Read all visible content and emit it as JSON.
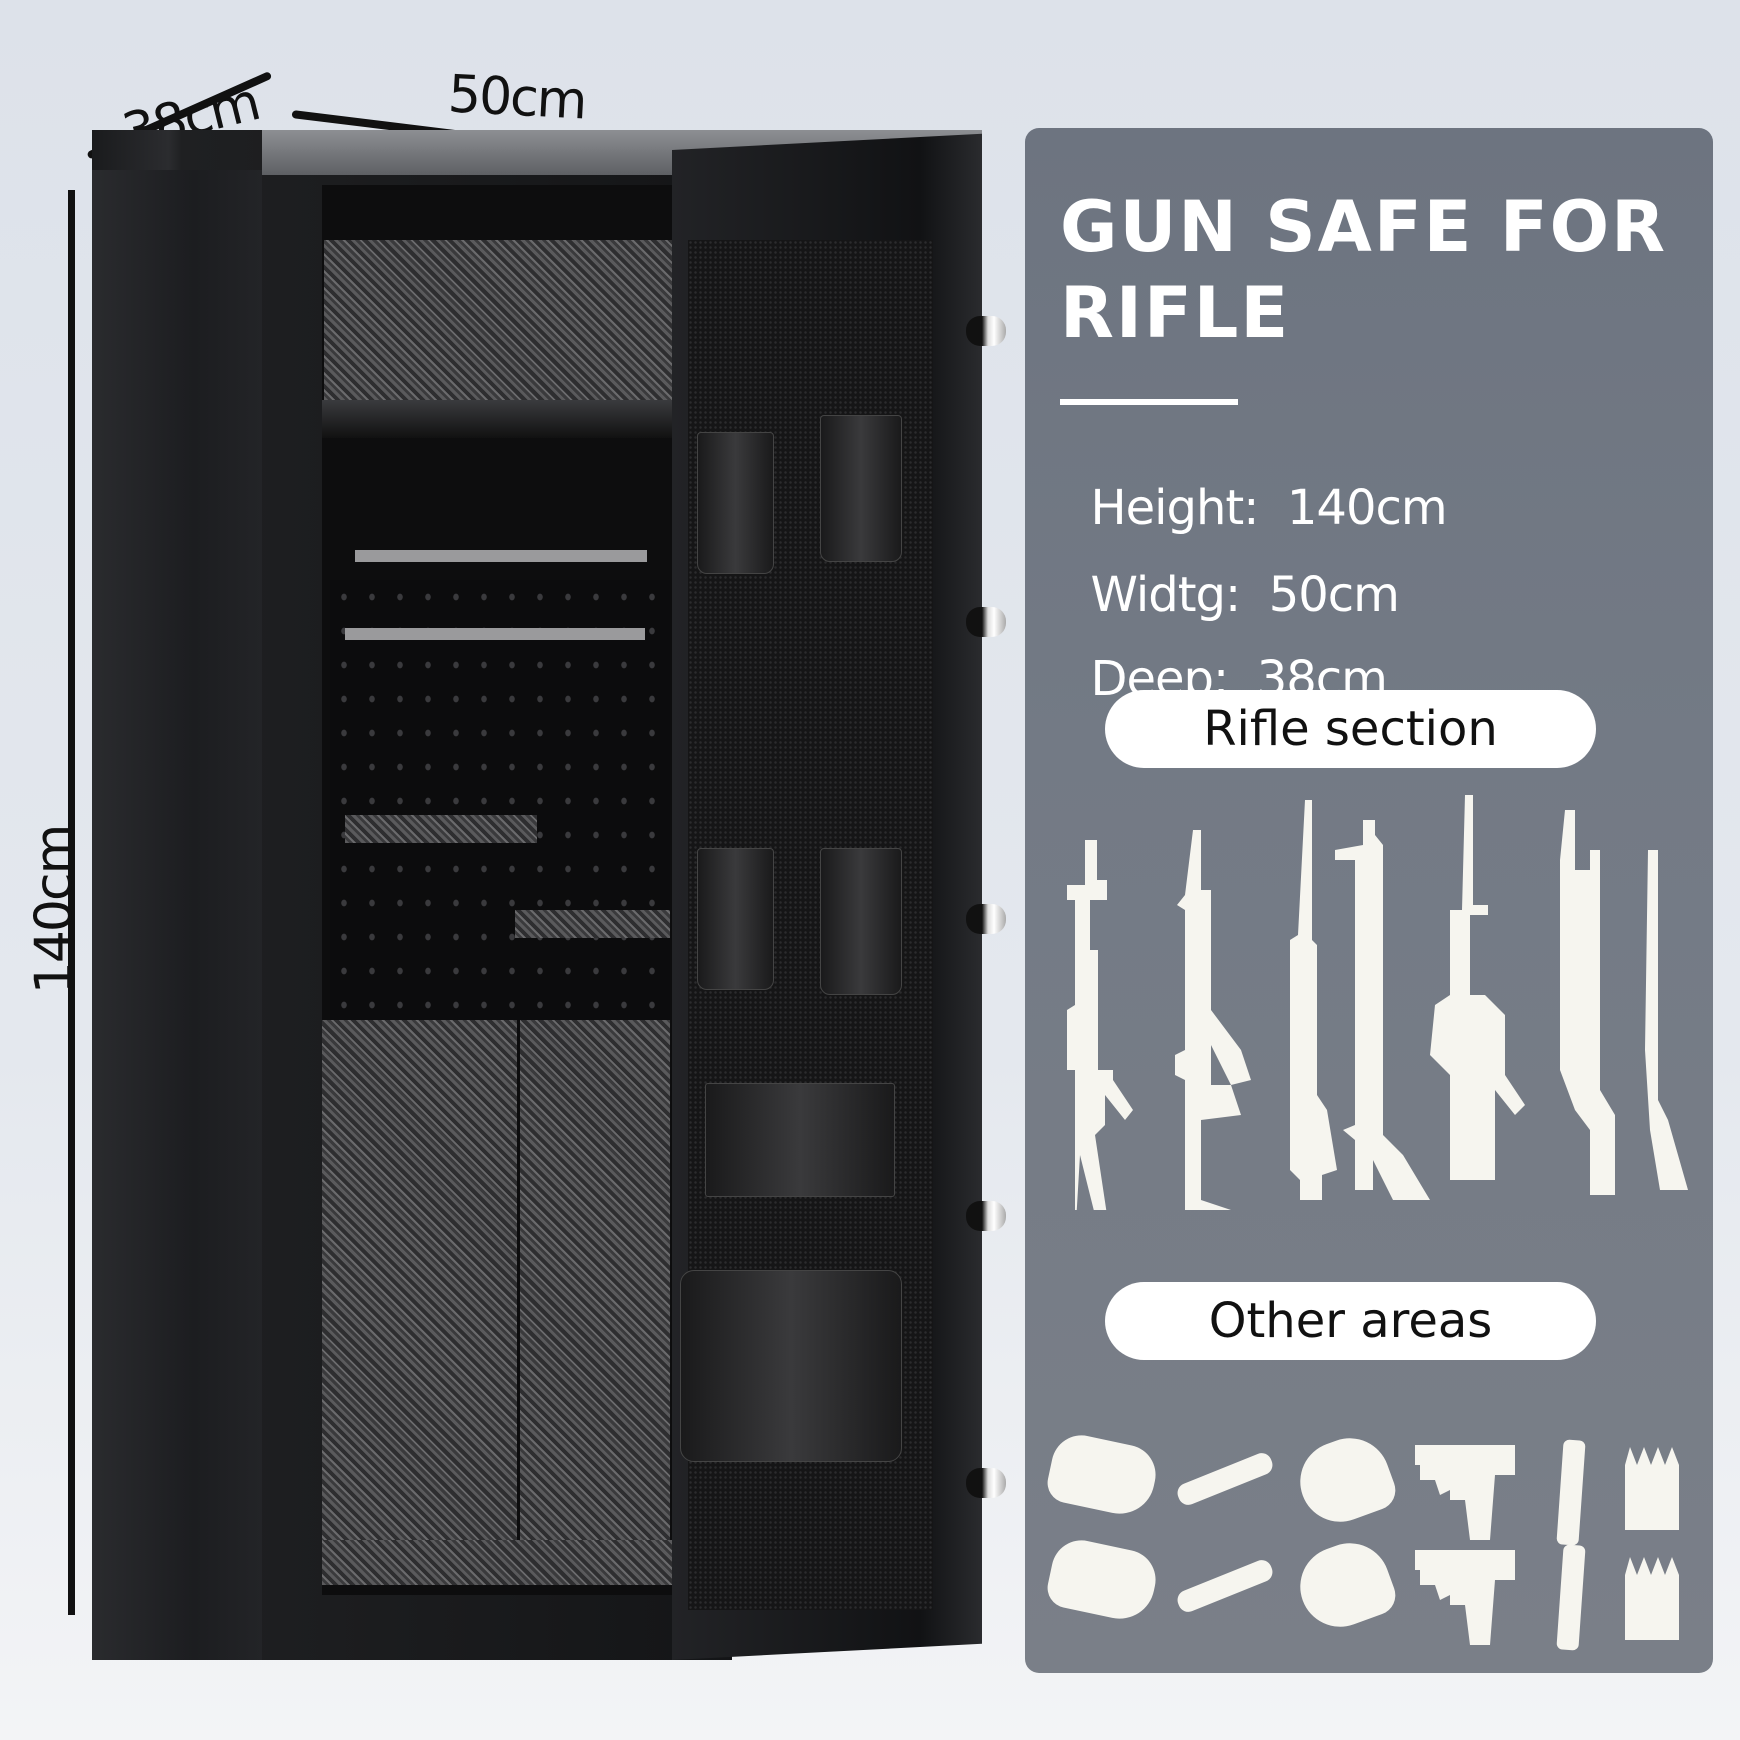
{
  "dimensions": {
    "depth_label": "38cm",
    "width_label": "50cm",
    "height_label": "140cm"
  },
  "panel": {
    "title_line1": "GUN SAFE FOR",
    "title_line2": "RIFLE",
    "specs": [
      {
        "label": "Height:",
        "value": "140cm"
      },
      {
        "label": "Widtg:",
        "value": "50cm"
      },
      {
        "label": "Deep:",
        "value": "38cm"
      }
    ],
    "sections": [
      {
        "label": "Rifle section"
      },
      {
        "label": "Other areas"
      }
    ],
    "rifle_icons": [
      "rifle-icon-1",
      "rifle-icon-2",
      "rifle-icon-3",
      "rifle-icon-4",
      "rifle-icon-5",
      "rifle-icon-6",
      "rifle-icon-7"
    ],
    "other_icons": [
      "binocular-case-icon",
      "scope-icon",
      "binoculars-icon",
      "pistol-icon",
      "magazine-icon",
      "ammo-icon"
    ]
  },
  "colors": {
    "panel_bg": "#737a85",
    "pill_bg": "#ffffff",
    "icon_fill": "#f6f5ef",
    "safe_body": "#1a1b1d"
  }
}
